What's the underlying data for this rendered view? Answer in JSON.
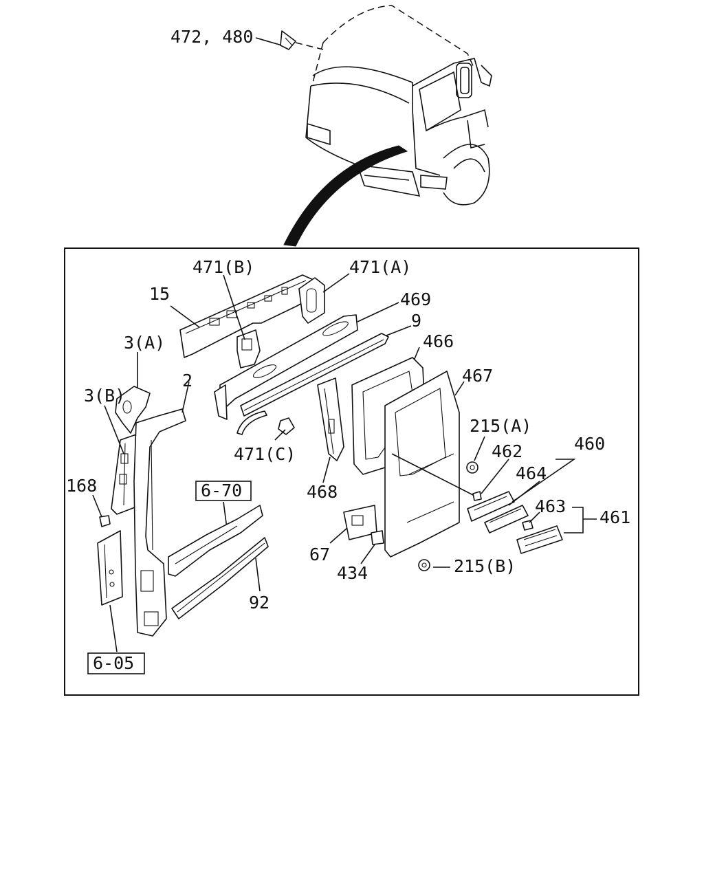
{
  "callouts": {
    "c472_480": "472, 480",
    "c471b": "471(B)",
    "c471a": "471(A)",
    "c15": "15",
    "c469": "469",
    "c9": "9",
    "c466": "466",
    "c467": "467",
    "c3a": "3(A)",
    "c3b": "3(B)",
    "c2": "2",
    "c215a": "215(A)",
    "c460": "460",
    "c462": "462",
    "c464": "464",
    "c463": "463",
    "c461": "461",
    "c471c": "471(C)",
    "c168": "168",
    "c670": "6-70",
    "c468": "468",
    "c67": "67",
    "c434": "434",
    "c215b": "215(B)",
    "c92": "92",
    "c605": "6-05"
  }
}
